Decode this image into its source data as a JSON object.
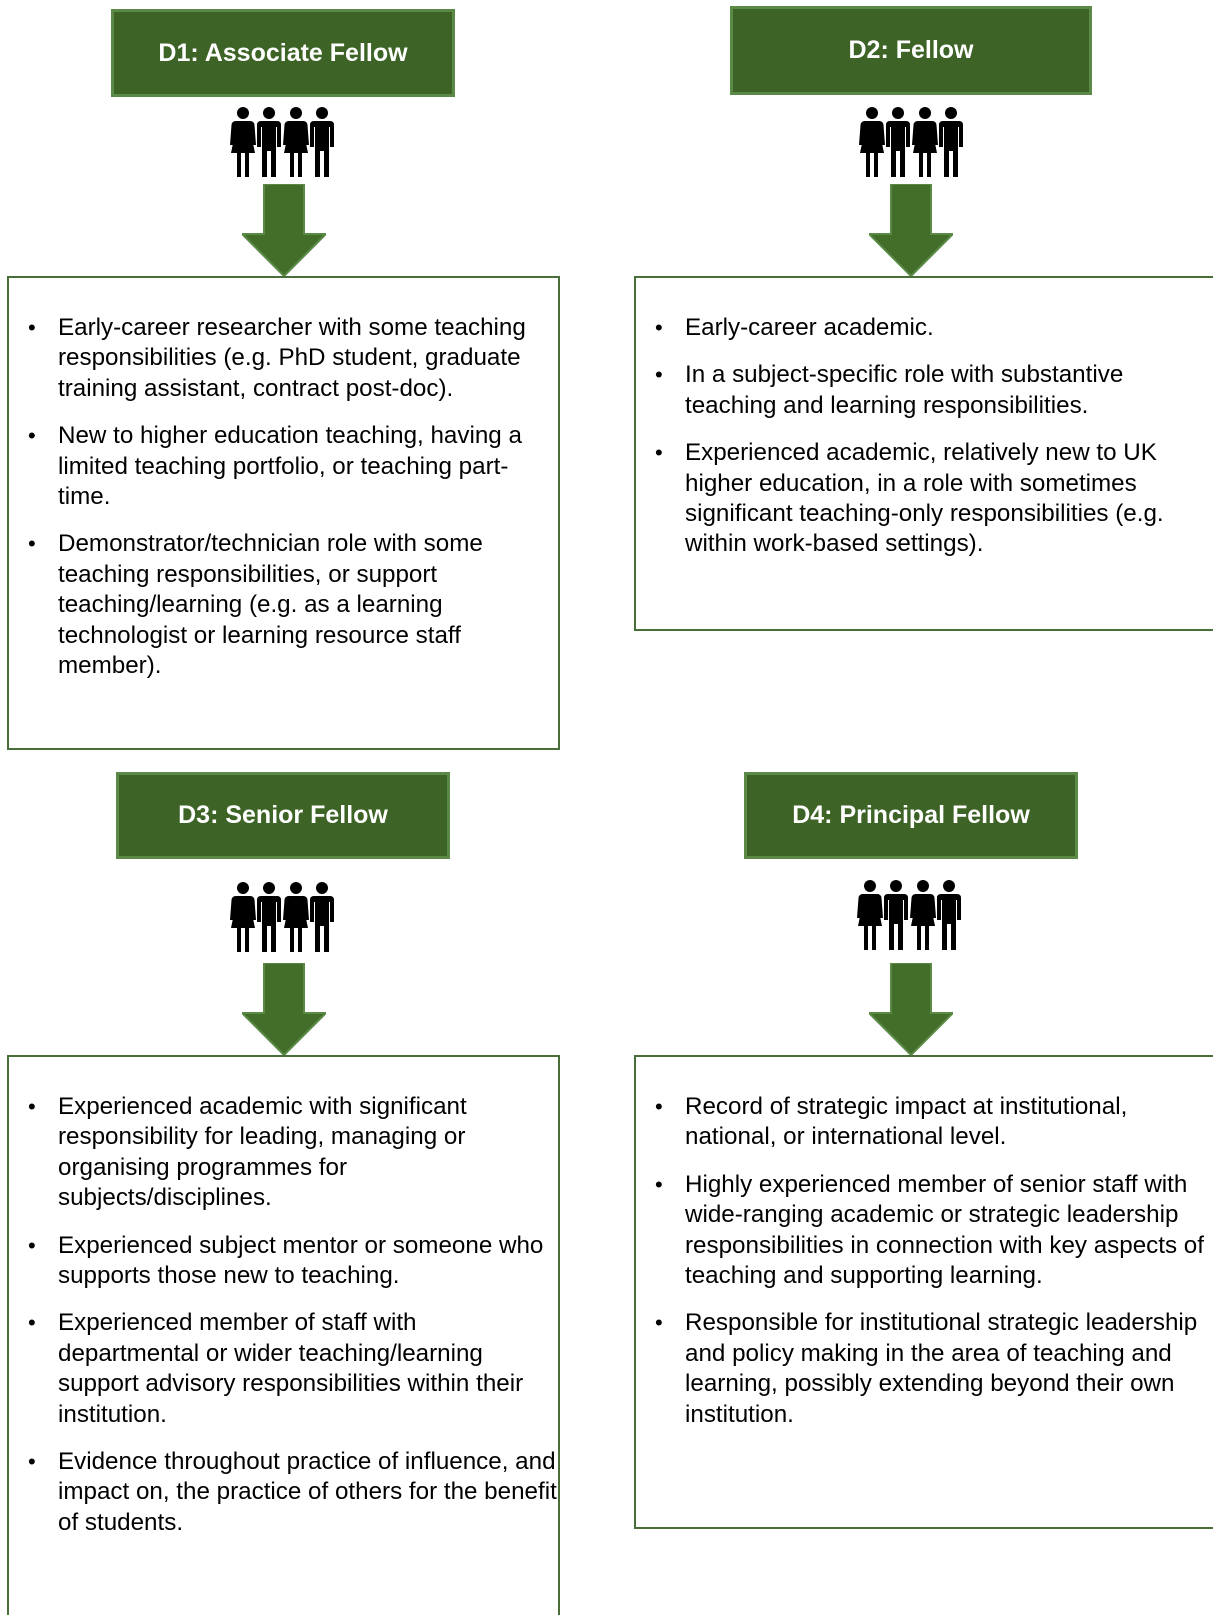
{
  "colors": {
    "box_fill": "#3d6326",
    "box_border": "#5a8a45",
    "arrow_fill": "#436e2a",
    "text": "#000000"
  },
  "panels": [
    {
      "title": "D1: Associate Fellow",
      "icon": "people-group-icon",
      "items": [
        "Early-career researcher with some teaching responsibilities (e.g. PhD student, graduate training assistant, contract post-doc).",
        "New to higher education teaching, having a limited teaching portfolio, or teaching part-time.",
        "Demonstrator/technician role with some teaching responsibilities, or support teaching/learning (e.g. as a learning technologist or learning resource staff member)."
      ]
    },
    {
      "title": "D2: Fellow",
      "icon": "people-group-icon",
      "items": [
        "Early-career academic.",
        "In a subject-specific role with substantive teaching and learning responsibilities.",
        "Experienced academic, relatively new to UK higher education, in a role with sometimes significant teaching-only responsibilities (e.g. within work-based settings)."
      ]
    },
    {
      "title": "D3: Senior Fellow",
      "icon": "people-group-icon",
      "items": [
        "Experienced academic with significant responsibility for leading, managing or organising programmes for subjects/disciplines.",
        "Experienced subject mentor or someone who supports those new to teaching.",
        "Experienced member of staff with departmental or wider teaching/learning support advisory responsibilities within their institution.",
        "Evidence throughout practice of influence, and impact on, the practice of others for the benefit of students."
      ]
    },
    {
      "title": "D4: Principal Fellow",
      "icon": "people-group-icon",
      "items": [
        "Record of strategic impact at institutional, national, or international level.",
        "Highly experienced member of senior staff with wide-ranging academic or strategic leadership responsibilities in connection with key aspects of teaching and supporting learning.",
        "Responsible for institutional strategic leadership and policy making in the area of teaching and learning, possibly extending beyond their own institution."
      ]
    }
  ]
}
